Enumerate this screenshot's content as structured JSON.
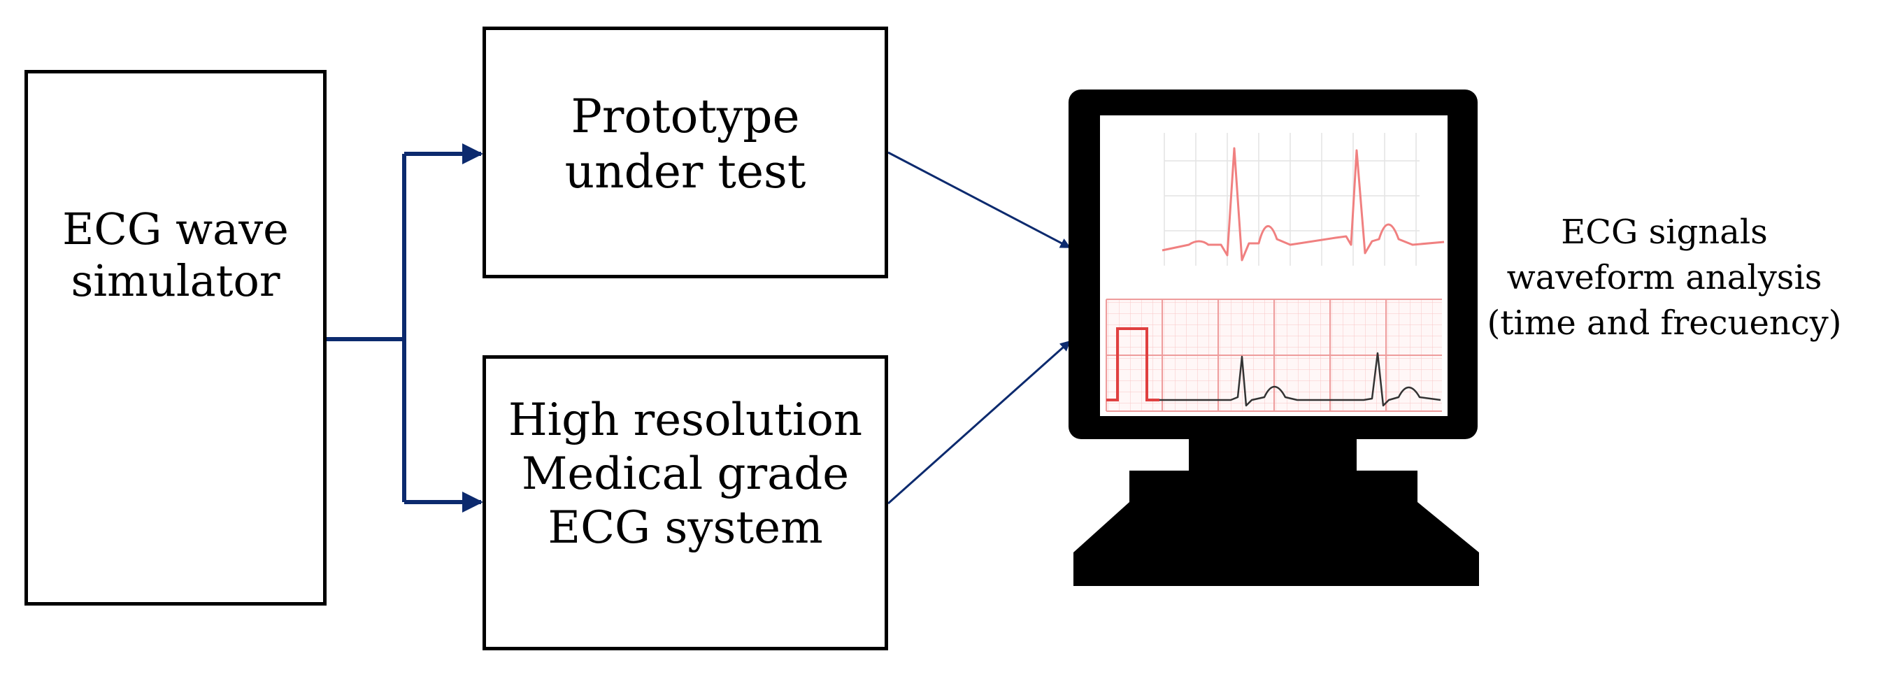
{
  "simulator": {
    "lines": [
      "ECG wave",
      "simulator"
    ]
  },
  "prototype": {
    "lines": [
      "Prototype",
      "under test"
    ]
  },
  "reference": {
    "lines": [
      "High resolution",
      "Medical grade",
      "ECG system"
    ]
  },
  "output": {
    "lines": [
      "ECG signals",
      "waveform analysis",
      "(time and frecuency)"
    ]
  },
  "colors": {
    "arrow": "#0c2a6e",
    "box_border": "#000000",
    "ecg_red": "#e01010",
    "ecg_light": "#f08080",
    "grid_pink": "#f6b9b9",
    "grid_gray": "#dddddd",
    "monitor": "#000000",
    "trace_dark": "#333333"
  },
  "icons": [
    "ecg-waveform-icon",
    "computer-monitor-icon"
  ]
}
